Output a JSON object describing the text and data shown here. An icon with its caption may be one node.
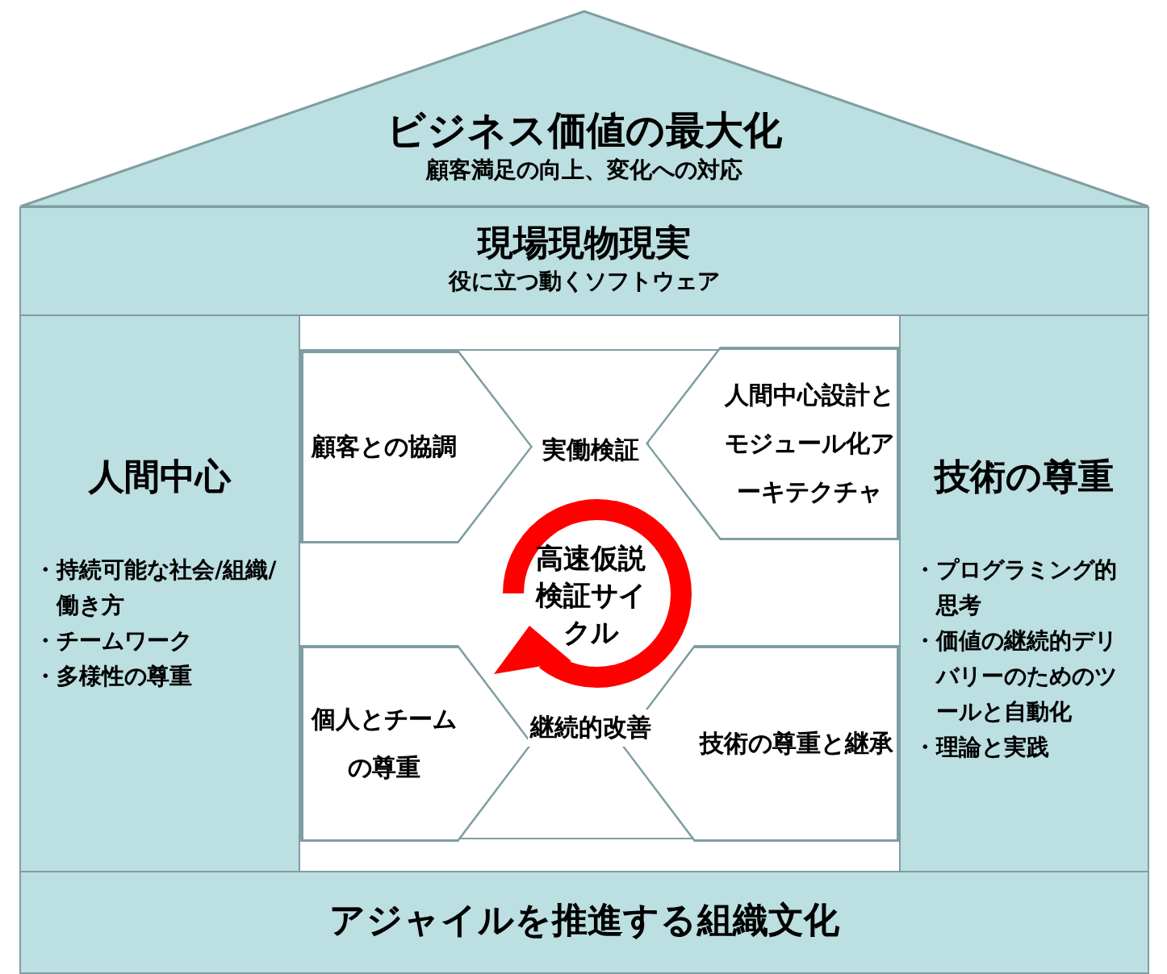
{
  "diagram": {
    "nodes": [
      {
        "text": [
          "ビジネス価値の最大化",
          "顧客満足の向上、変化への対応"
        ]
      },
      {
        "text": [
          "現場現物現実",
          "役に立つ動くソフトウェア"
        ]
      },
      {
        "text": [
          "人間中心",
          "・持続可能な社会/組織/働き方",
          "・チームワーク",
          "・多様性の尊重"
        ]
      },
      {
        "text": [
          "技術の尊重",
          "・プログラミング的思考",
          "・価値の継続的デリバリーのためのツールと自動化",
          "・理論と実践"
        ]
      },
      {
        "text": [
          "顧客との協調"
        ]
      },
      {
        "text": [
          "人間中心設計とモジュール化アーキテクチャ"
        ]
      },
      {
        "text": [
          "高速仮説検証サイクル"
        ]
      },
      {
        "text": [
          "個人とチームの尊重"
        ]
      },
      {
        "text": [
          "技術の尊重と継承"
        ]
      },
      {
        "text": [
          "アジャイルを推進する組織文化"
        ]
      }
    ],
    "labels": [
      "実働検証",
      "継続的改善"
    ]
  }
}
